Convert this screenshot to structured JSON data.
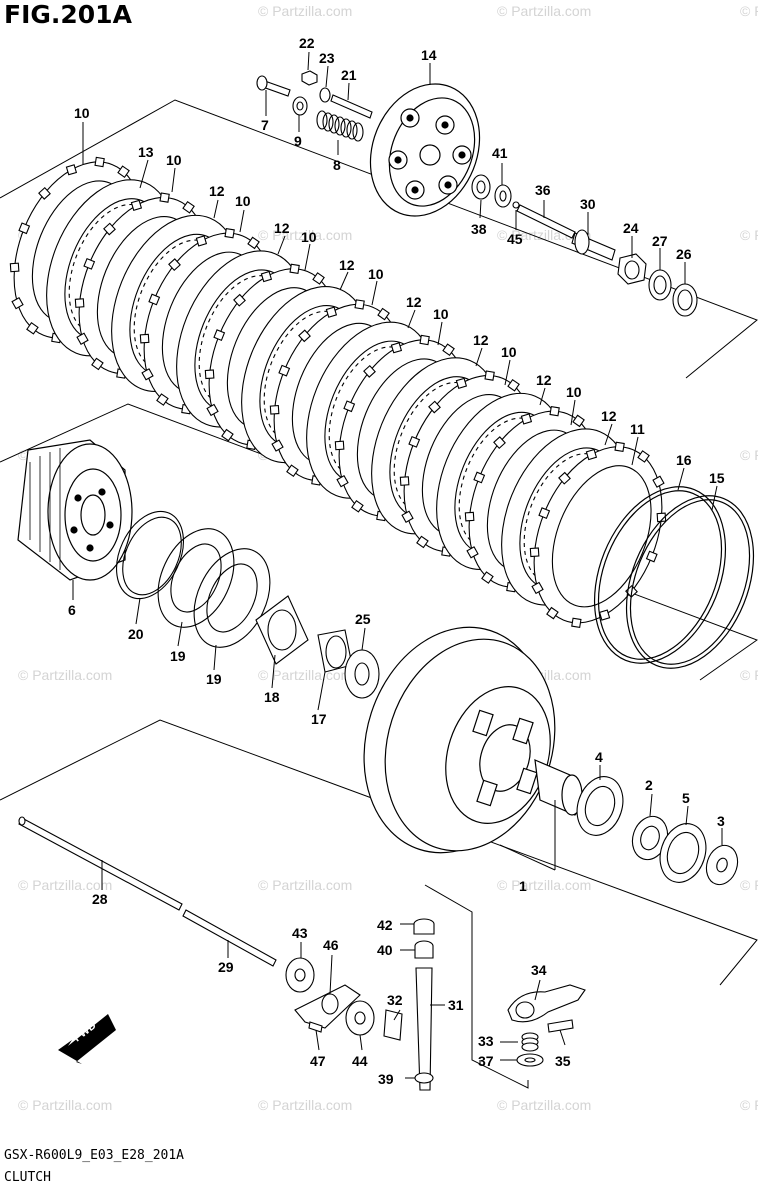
{
  "figure": {
    "title": "FIG.201A",
    "model_code": "GSX-R600L9_E03_E28_201A",
    "section_name": "CLUTCH"
  },
  "watermark": {
    "text": "© Partzilla.com"
  },
  "fwd_label": "FWD",
  "callouts": {
    "p1": "1",
    "p2": "2",
    "p3": "3",
    "p4": "4",
    "p5": "5",
    "p6": "6",
    "p7": "7",
    "p8": "8",
    "p9": "9",
    "p10": "10",
    "p11": "11",
    "p12": "12",
    "p13": "13",
    "p14": "14",
    "p15": "15",
    "p16": "16",
    "p17": "17",
    "p18": "18",
    "p19": "19",
    "p20": "20",
    "p21": "21",
    "p22": "22",
    "p23": "23",
    "p24": "24",
    "p25": "25",
    "p26": "26",
    "p27": "27",
    "p28": "28",
    "p29": "29",
    "p30": "30",
    "p31": "31",
    "p32": "32",
    "p33": "33",
    "p34": "34",
    "p35": "35",
    "p36": "36",
    "p37": "37",
    "p38": "38",
    "p39": "39",
    "p40": "40",
    "p41": "41",
    "p42": "42",
    "p43": "43",
    "p44": "44",
    "p45": "45",
    "p46": "46",
    "p47": "47"
  },
  "colors": {
    "line": "#000000",
    "watermark": "#d4d4d4",
    "background": "#ffffff"
  }
}
